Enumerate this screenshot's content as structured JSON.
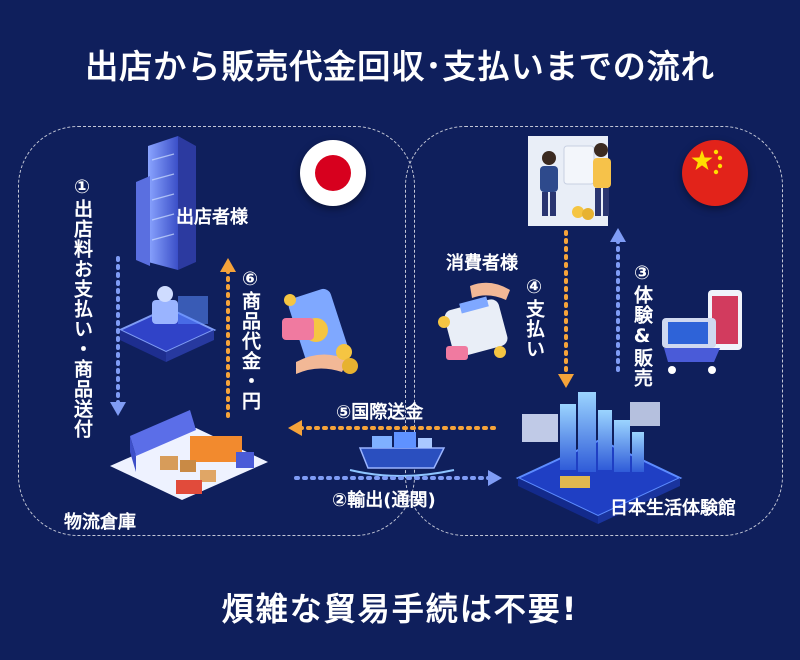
{
  "title": "出店から販売代金回収･支払いまでの流れ",
  "footer": "煩雑な貿易手続は不要!",
  "nodes": {
    "merchant": "出店者様",
    "warehouse": "物流倉庫",
    "consumer": "消費者様",
    "experience_center": "日本生活体験館"
  },
  "flows": {
    "step1": "①出店料お支払い・商品送付",
    "step2": "②輸出(通関)",
    "step3": "③体験&販売",
    "step4": "④支払い",
    "step5": "⑤国際送金",
    "step6": "⑥商品代金・円"
  },
  "colors": {
    "background": "#0f1f5c",
    "arrow_orange": "#f5a33a",
    "arrow_blue": "#7f9cf5",
    "japan_red": "#d7001e",
    "china_red": "#e2231a",
    "china_yellow": "#ffde00"
  },
  "icons": [
    "japan-flag-icon",
    "china-flag-icon"
  ]
}
